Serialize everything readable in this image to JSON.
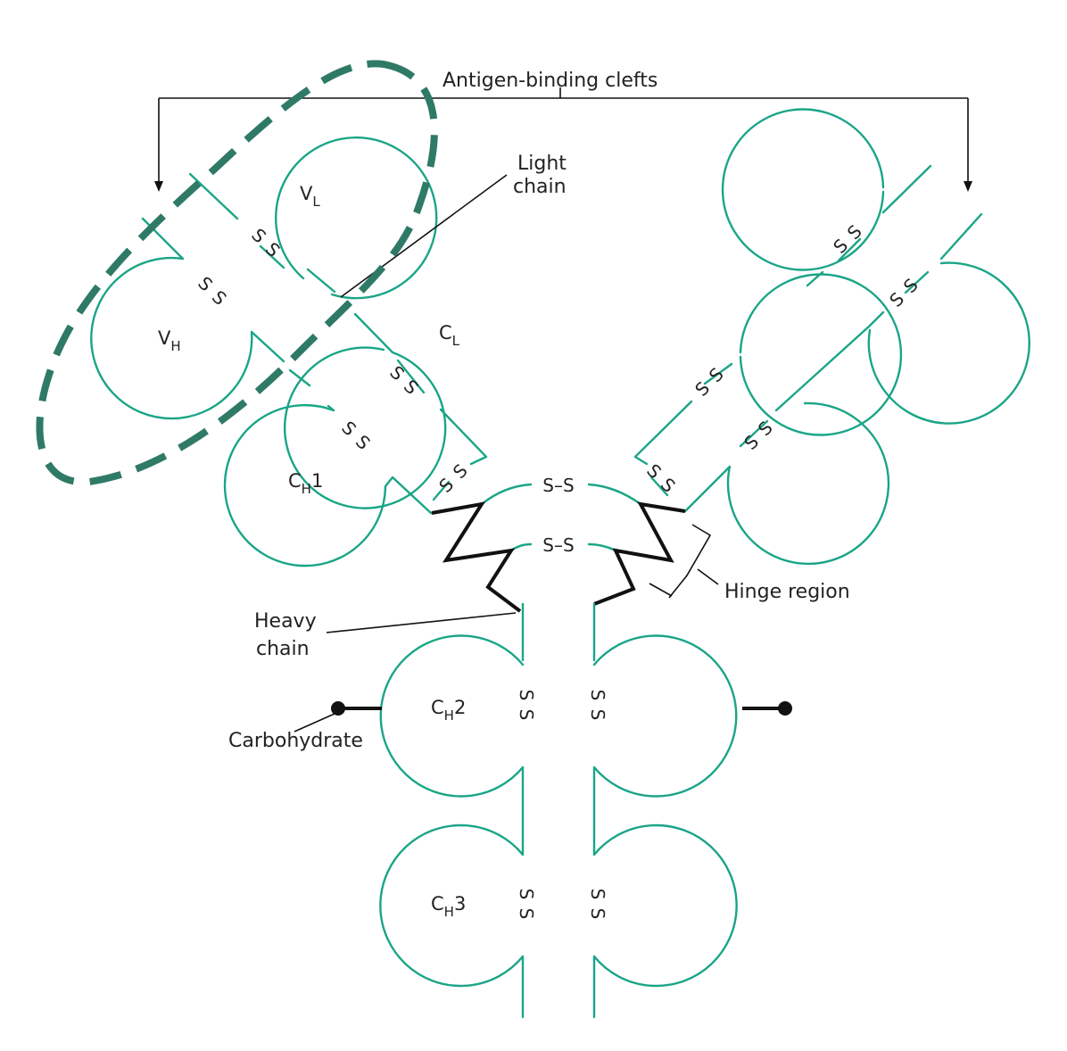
{
  "colors": {
    "chain": "#1aa587",
    "outline": "#2f7a66",
    "hinge": "#111111",
    "text": "#222222"
  },
  "labels": {
    "antigen_binding_clefts": "Antigen-binding clefts",
    "light_chain_line1": "Light",
    "light_chain_line2": "chain",
    "heavy_chain_line1": "Heavy",
    "heavy_chain_line2": "chain",
    "hinge_region": "Hinge region",
    "carbohydrate": "Carbohydrate"
  },
  "domains": {
    "vl": {
      "main": "V",
      "sub": "L"
    },
    "vh": {
      "main": "V",
      "sub": "H"
    },
    "cl": {
      "main": "C",
      "sub": "L"
    },
    "ch1": {
      "main": "C",
      "sub": "H",
      "num": "1"
    },
    "ch2": {
      "main": "C",
      "sub": "H",
      "num": "2"
    },
    "ch3": {
      "main": "C",
      "sub": "H",
      "num": "3"
    }
  },
  "disulfide": {
    "atom": "S",
    "bond": "S–S"
  }
}
